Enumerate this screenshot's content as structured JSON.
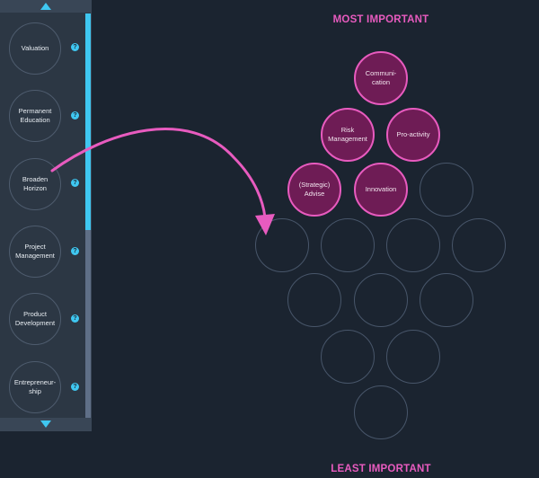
{
  "sidebar": {
    "items": [
      {
        "label": "Valuation",
        "help": "?"
      },
      {
        "label": "Permanent\nEducation",
        "help": "?"
      },
      {
        "label": "Broaden\nHorizon",
        "help": "?"
      },
      {
        "label": "Project\nManagement",
        "help": "?"
      },
      {
        "label": "Product\nDevelopment",
        "help": "?"
      },
      {
        "label": "Entrepreneur-\nship",
        "help": "?"
      }
    ]
  },
  "pyramid": {
    "top_label": "MOST IMPORTANT",
    "bottom_label": "LEAST IMPORTANT",
    "rows": [
      [
        "Communi-\ncation"
      ],
      [
        "Risk\nManagement",
        "Pro-activity"
      ],
      [
        "(Strategic)\nAdvise",
        "Innovation",
        ""
      ],
      [
        "",
        "",
        "",
        ""
      ],
      [
        "",
        "",
        ""
      ],
      [
        "",
        ""
      ],
      [
        ""
      ]
    ]
  },
  "colors": {
    "accent": "#3fc7f1",
    "highlight": "#e85bbf",
    "filled": "#6e1c55",
    "background": "#1b2430"
  },
  "icons": {
    "scroll_up": "triangle-up-icon",
    "scroll_down": "triangle-down-icon",
    "help": "question-mark-icon",
    "drag": "curved-arrow-icon"
  }
}
